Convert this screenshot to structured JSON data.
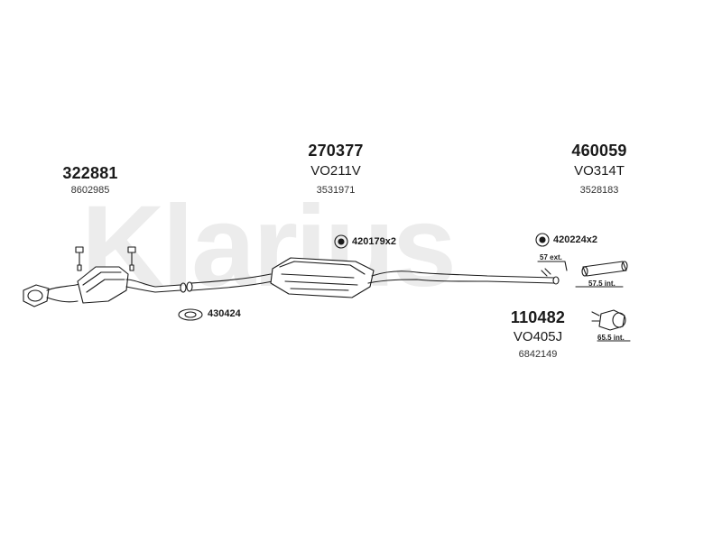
{
  "watermark": "Klarius",
  "parts": {
    "front": {
      "part_number": "322881",
      "ref": "8602985"
    },
    "middle": {
      "part_number": "270377",
      "code": "VO211V",
      "ref": "3531971"
    },
    "rear": {
      "part_number": "460059",
      "code": "VO314T",
      "ref": "3528183"
    },
    "tail": {
      "part_number": "110482",
      "code": "VO405J",
      "ref": "6842149"
    }
  },
  "hardware": {
    "gasket": "430424",
    "mount_middle": "420179x2",
    "mount_rear": "420224x2"
  },
  "dimensions": {
    "ext": "57 ext.",
    "int_575": "57.5 int.",
    "int_655": "65.5 int."
  },
  "colors": {
    "line": "#1a1a1a",
    "watermark": "#ececec"
  }
}
